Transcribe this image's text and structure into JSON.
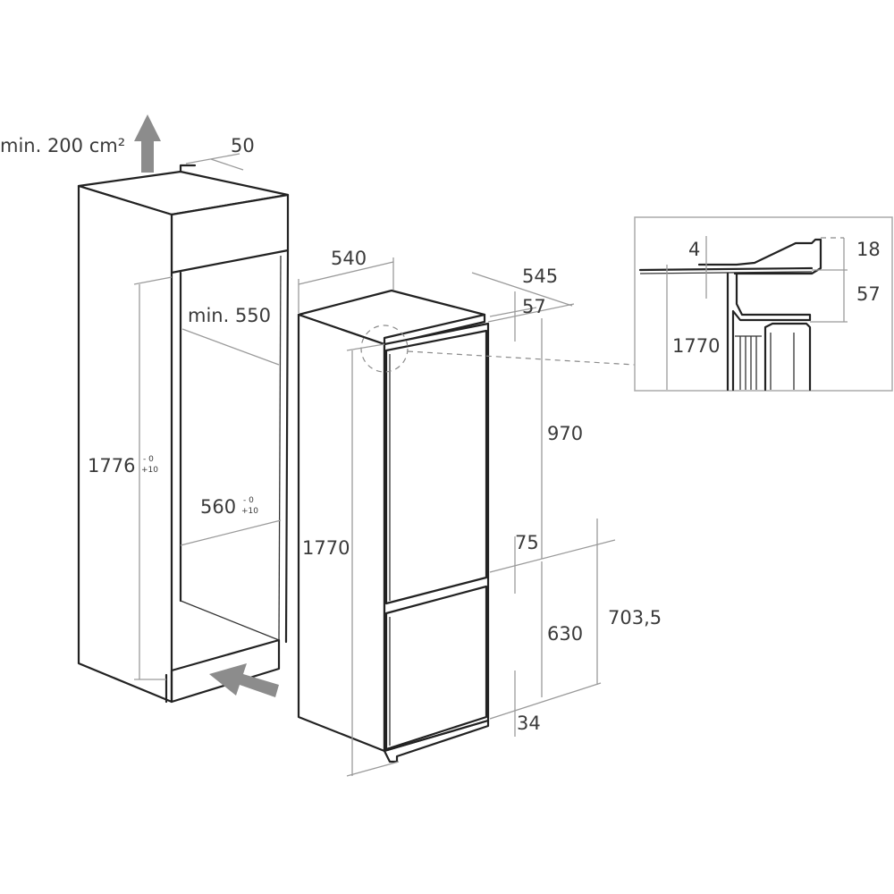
{
  "cabinet": {
    "ventilation_label": "min. 200 cm²",
    "depth_gap": "50",
    "inner_depth": "min. 550",
    "height": "1776",
    "height_tol_top": "- 0",
    "height_tol_bottom": "+10",
    "width": "560",
    "width_tol_top": "- 0",
    "width_tol_bottom": "+10"
  },
  "fridge": {
    "width": "540",
    "depth": "545",
    "top_gap": "57",
    "upper_door": "970",
    "middle_gap": "75",
    "lower_door": "630",
    "lower_total": "703,5",
    "bottom_gap": "34",
    "total_height": "1770"
  },
  "detail": {
    "dim_4": "4",
    "dim_18": "18",
    "dim_57": "57",
    "dim_1770": "1770"
  }
}
